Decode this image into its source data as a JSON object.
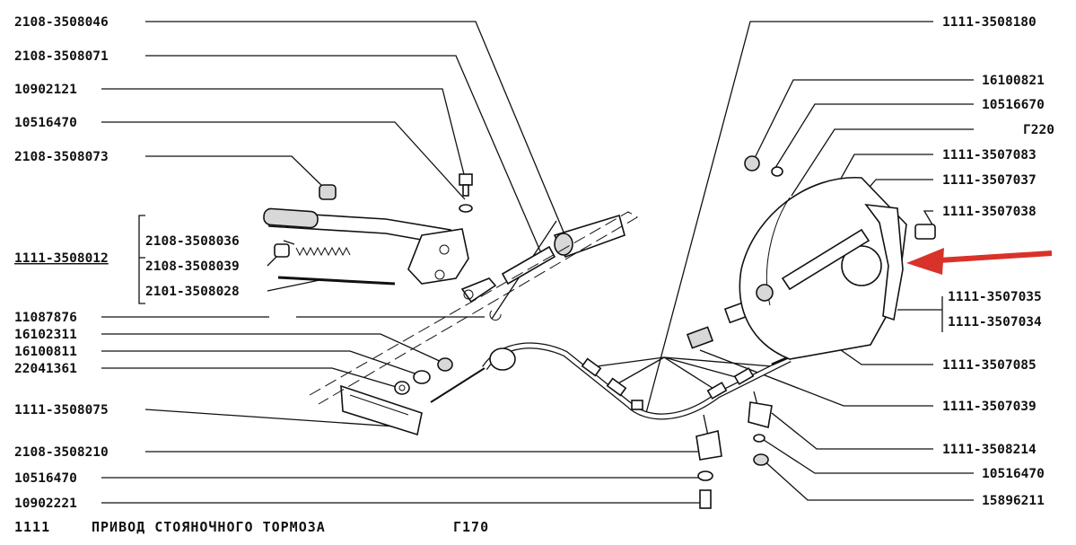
{
  "labels_left": [
    "2108-3508046",
    "2108-3508071",
    "10902121",
    "10516470",
    "2108-3508073",
    "1111-3508012",
    "2108-3508036",
    "2108-3508039",
    "2101-3508028",
    "11087876",
    "16102311",
    "16100811",
    "22041361",
    "1111-3508075",
    "2108-3508210",
    "10516470",
    "10902221"
  ],
  "labels_right": [
    "1111-3508180",
    "16100821",
    "10516670",
    "Г220",
    "1111-3507083",
    "1111-3507037",
    "1111-3507038",
    "1111-3507035",
    "1111-3507034",
    "1111-3507085",
    "1111-3507039",
    "1111-3508214",
    "10516470",
    "15896211"
  ],
  "caption": {
    "model": "1111",
    "title": "ПРИВОД СТОЯНОЧНОГО ТОРМОЗА",
    "code": "Г170"
  },
  "colors": {
    "arrow": "#d9322a",
    "ink": "#111111"
  }
}
